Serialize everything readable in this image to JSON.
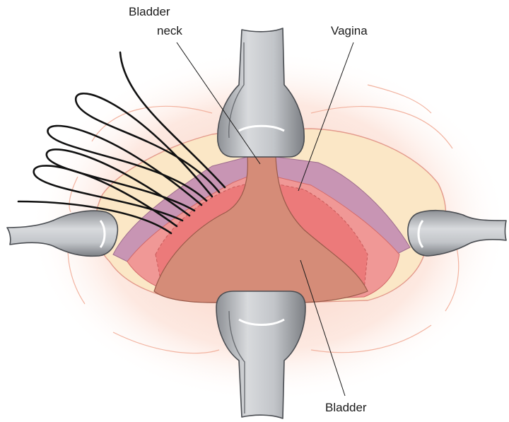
{
  "labels": {
    "bladder_neck_line1": "Bladder",
    "bladder_neck_line2": "neck",
    "vagina": "Vagina",
    "bladder": "Bladder"
  },
  "colors": {
    "glow": "#fbd3c6",
    "outer_tissue": "#fbe7c6",
    "muscle_band": "#c895b4",
    "vaginal_wall": "#f09896",
    "vaginal_mucosa": "#ec7a7a",
    "bladder": "#d58c78",
    "retractor_light": "#d3d5d8",
    "retractor_dark": "#6b6e73",
    "suture": "#111111"
  },
  "icons": {
    "retractor_top": "retractor-blade-icon",
    "retractor_bottom": "retractor-blade-icon",
    "retractor_left": "retractor-blade-icon",
    "retractor_right": "retractor-blade-icon"
  }
}
